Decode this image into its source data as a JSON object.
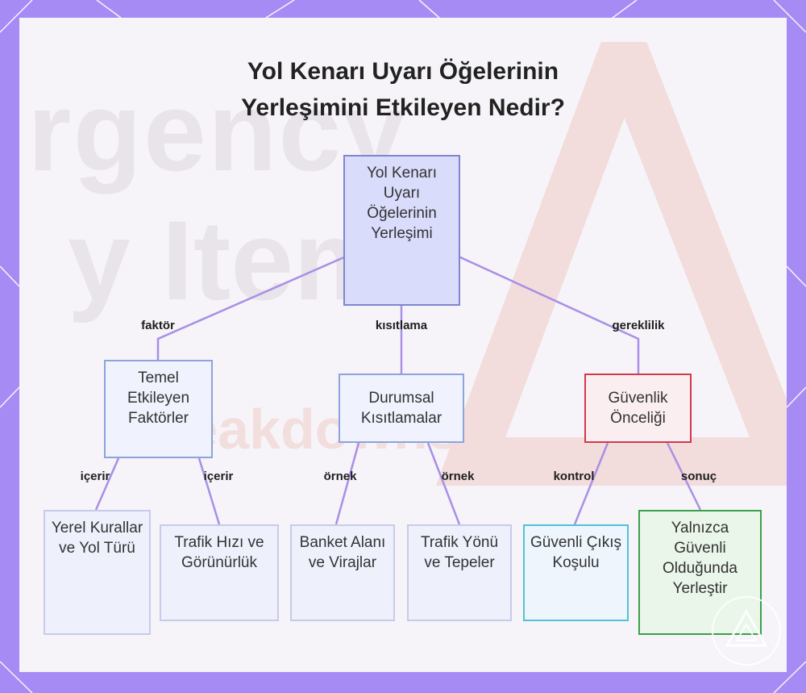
{
  "title": {
    "line1": "Yol Kenarı Uyarı Öğelerinin",
    "line2": "Yerleşimini Etkileyen Nedir?"
  },
  "watermark": {
    "line1": "rgency",
    "line2": "y Items",
    "line3": "reakdowns"
  },
  "nodes": {
    "root": "Yol Kenarı Uyarı Öğelerinin Yerleşimi",
    "factors": "Temel Etkileyen Faktörler",
    "constraints": "Durumsal Kısıtlamalar",
    "safety": "Güvenlik Önceliği",
    "local_rules": "Yerel Kurallar ve Yol Türü",
    "traffic_speed": "Trafik Hızı ve Görünürlük",
    "shoulder": "Banket Alanı ve Virajlar",
    "traffic_direction": "Trafik Yönü ve Tepeler",
    "safe_exit": "Güvenli Çıkış Koşulu",
    "only_safe": "Yalnızca Güvenli Olduğunda Yerleştir"
  },
  "edge_labels": {
    "factor": "faktör",
    "constraint": "kısıtlama",
    "requirement": "gereklilik",
    "includes_1": "içerir",
    "includes_2": "içerir",
    "example_1": "örnek",
    "example_2": "örnek",
    "control": "kontrol",
    "result": "sonuç"
  },
  "colors": {
    "frame": "#a78bf4",
    "edge": "#a98fe6",
    "safety_border": "#d03a4c",
    "safe_exit_border": "#4fc2d8",
    "only_safe_border": "#3aa04a"
  }
}
